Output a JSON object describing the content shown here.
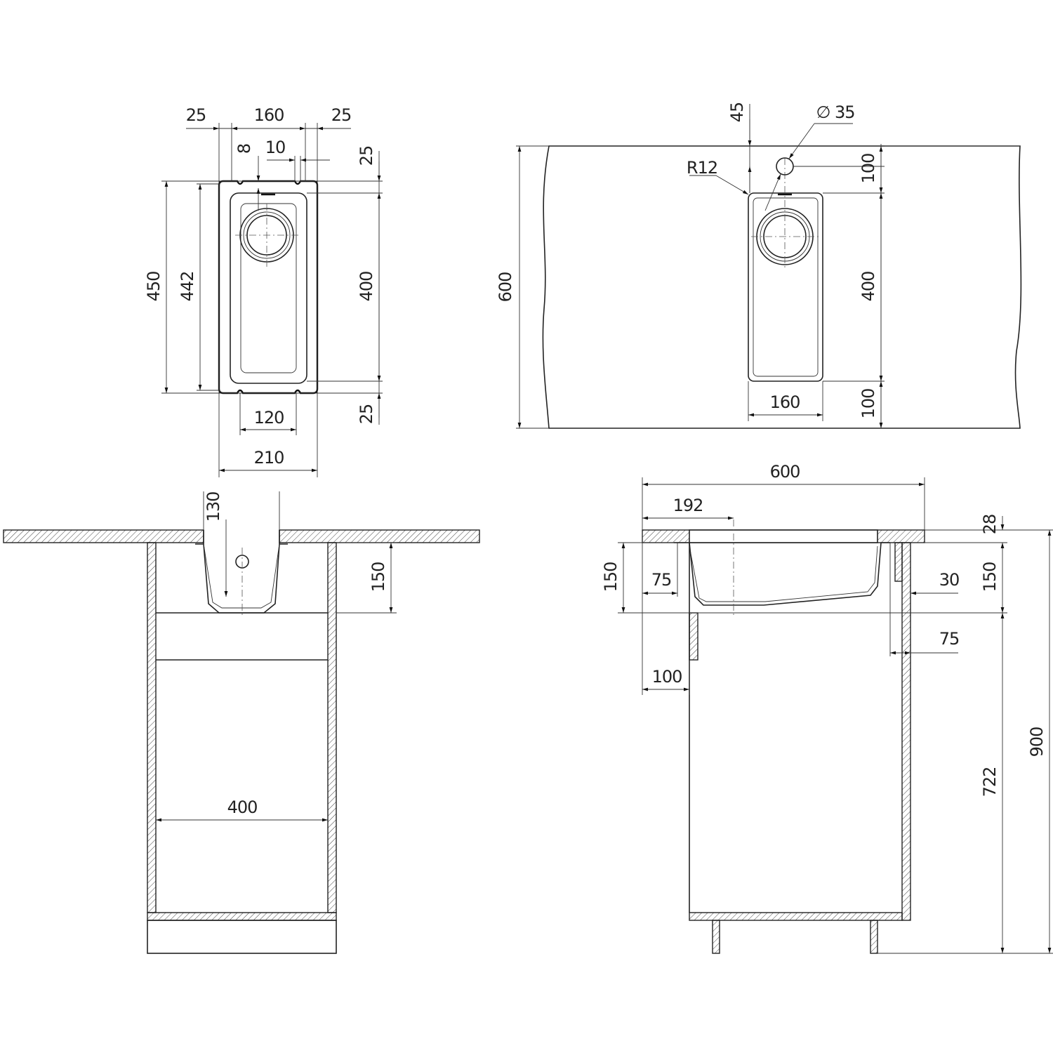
{
  "top_view": {
    "dim_left_margin": "25",
    "dim_inner_width": "160",
    "dim_right_margin": "25",
    "dim_slot": "8",
    "dim_overflow": "10",
    "dim_top_flange": "25",
    "dim_bowl_length": "400",
    "dim_bottom_flange": "25",
    "dim_outer_length": "450",
    "dim_inner_length": "442",
    "dim_bottom_inner": "120",
    "dim_outer_width": "210"
  },
  "countertop_view": {
    "dim_tap_offset": "45",
    "dim_tap_diameter": "35",
    "dim_radius": "R12",
    "dim_top_margin": "100",
    "dim_bowl_length": "400",
    "dim_bottom_margin": "100",
    "dim_bowl_width": "160",
    "dim_depth": "600"
  },
  "front_view": {
    "dim_bowl_width": "130",
    "dim_bowl_depth": "150",
    "dim_cabinet_width": "400"
  },
  "side_view": {
    "dim_counter_depth": "600",
    "dim_center_offset": "192",
    "dim_counter_thickness": "28",
    "dim_bowl_depth_left": "150",
    "dim_front_offset": "75",
    "dim_back_gap": "30",
    "dim_bowl_depth_right": "150",
    "dim_back_offset": "75",
    "dim_front_panel": "100",
    "dim_cabinet_height": "722",
    "dim_total_height": "900"
  }
}
